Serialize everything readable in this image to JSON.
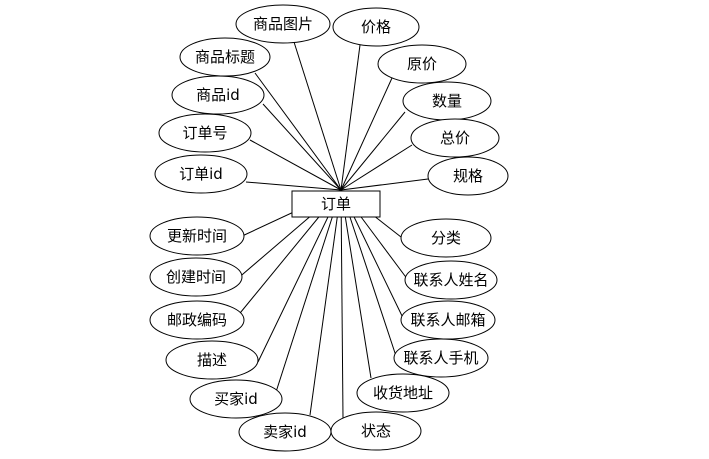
{
  "entity": {
    "label": "订单"
  },
  "attributes": [
    {
      "id": "image",
      "label": "商品图片"
    },
    {
      "id": "price",
      "label": "价格"
    },
    {
      "id": "title",
      "label": "商品标题"
    },
    {
      "id": "original-price",
      "label": "原价"
    },
    {
      "id": "product-id",
      "label": "商品id"
    },
    {
      "id": "quantity",
      "label": "数量"
    },
    {
      "id": "order-number",
      "label": "订单号"
    },
    {
      "id": "total",
      "label": "总价"
    },
    {
      "id": "order-id",
      "label": "订单id"
    },
    {
      "id": "spec",
      "label": "规格"
    },
    {
      "id": "update-time",
      "label": "更新时间"
    },
    {
      "id": "category",
      "label": "分类"
    },
    {
      "id": "create-time",
      "label": "创建时间"
    },
    {
      "id": "contact-name",
      "label": "联系人姓名"
    },
    {
      "id": "postal-code",
      "label": "邮政编码"
    },
    {
      "id": "contact-email",
      "label": "联系人邮箱"
    },
    {
      "id": "description",
      "label": "描述"
    },
    {
      "id": "contact-phone",
      "label": "联系人手机"
    },
    {
      "id": "buyer-id",
      "label": "买家id"
    },
    {
      "id": "shipping-address",
      "label": "收货地址"
    },
    {
      "id": "seller-id",
      "label": "卖家id"
    },
    {
      "id": "status",
      "label": "状态"
    }
  ]
}
